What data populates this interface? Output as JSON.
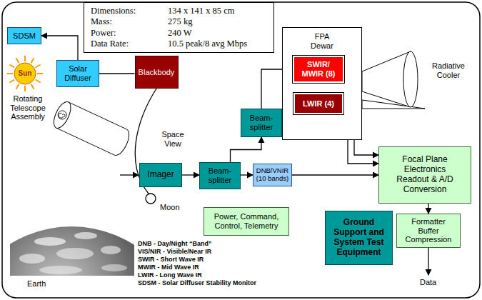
{
  "diagram": {
    "nodes": [
      {
        "text": [
          "Dimensions:",
          "134 x 141 x 85 cm",
          "Mass:",
          "275 kg",
          "Power:",
          "240 W",
          "Data Rate:",
          "10.5 peak/8 avg Mbps"
        ]
      },
      {
        "text": [
          "SDSM"
        ]
      },
      {
        "text": [
          "Sun"
        ]
      },
      {
        "text": [
          "Solar Diffuser"
        ]
      },
      {
        "text": [
          "Blackbody"
        ]
      },
      {
        "text": [
          "FPA Dewar"
        ]
      },
      {
        "text": [
          "SWIR/ MWIR (8)"
        ],
        "in": 5
      },
      {
        "text": [
          "LWIR (4)"
        ],
        "in": 5
      },
      {
        "text": [
          "Beam-splitter"
        ]
      },
      {
        "text": [
          "Imager"
        ]
      },
      {
        "text": [
          "Beam-splitter"
        ]
      },
      {
        "text": [
          "DNB/VNIR (10 bands)"
        ]
      },
      {
        "text": [
          "Focal Plane Electronics Readout & A/D Conversion"
        ]
      },
      {
        "text": [
          "Power, Command, Control, Telemetry"
        ]
      },
      {
        "text": [
          "Ground Support and System Test Equipment"
        ]
      },
      {
        "text": [
          "Formatter Buffer Compression"
        ]
      }
    ],
    "edges": [
      {
        "from": 3,
        "to": 1,
        "arrow": "to"
      },
      {
        "from": 3,
        "to": 4,
        "arrow": "none"
      },
      {
        "from": 9,
        "to": 10,
        "arrow": "to"
      },
      {
        "from": 10,
        "to": 11,
        "arrow": "to"
      },
      {
        "from": 10,
        "to": 8,
        "arrow": "to"
      },
      {
        "from": 8,
        "to": 6,
        "arrow": "to"
      },
      {
        "from": 8,
        "to": 7,
        "arrow": "to"
      },
      {
        "from": 6,
        "to": 12,
        "arrow": "to"
      },
      {
        "from": 7,
        "to": 12,
        "arrow": "to"
      },
      {
        "from": 11,
        "to": 12,
        "arrow": "to"
      },
      {
        "from": 12,
        "to": 15,
        "arrow": "to"
      }
    ],
    "labels": [
      "Rotating Telescope Assembly",
      "Space View",
      "Moon",
      "Earth",
      "Radiative Cooler",
      "Data",
      "DNB - Day/Night “Band”",
      "VIS/NIR - Visible/Near IR",
      "SWIR - Short Wave IR",
      "MWIR - Mid Wave IR",
      "LWIR - Long Wave IR",
      "SDSM - Solar Diffuser Stability Monitor"
    ]
  }
}
